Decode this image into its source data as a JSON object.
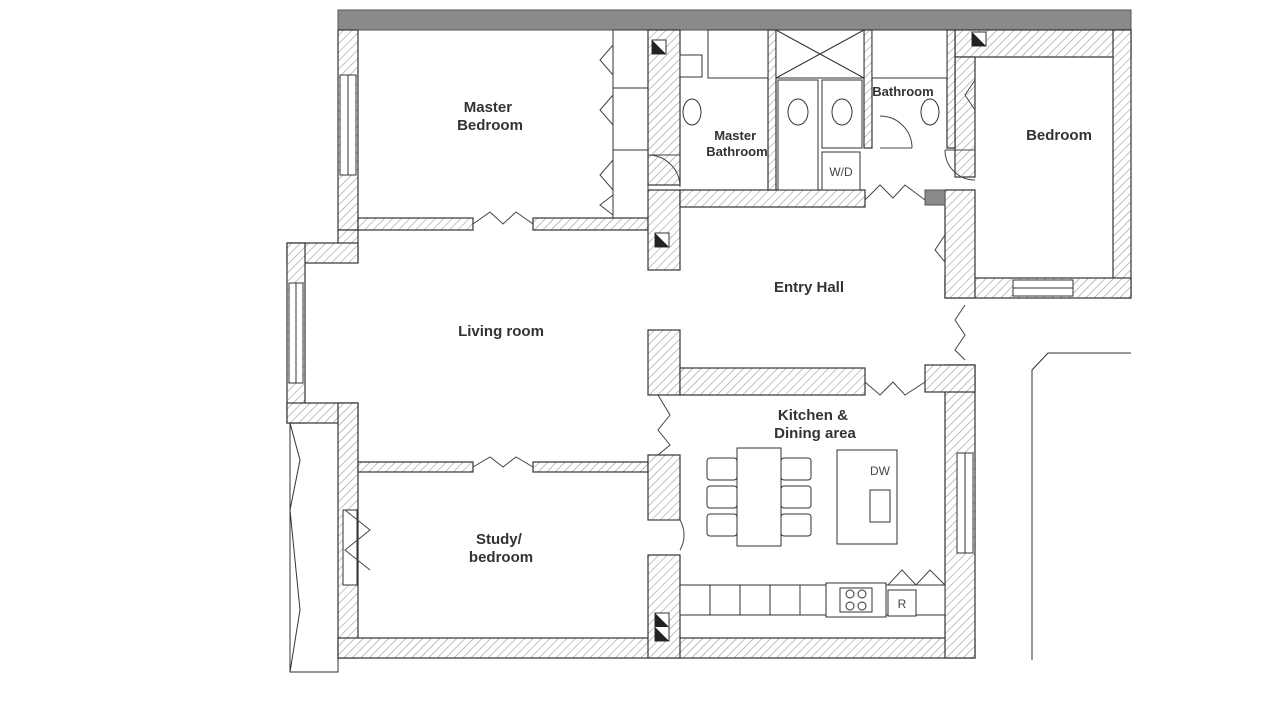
{
  "rooms": {
    "master_bedroom": [
      "Master",
      "Bedroom"
    ],
    "master_bathroom": [
      "Master",
      "Bathroom"
    ],
    "bathroom": "Bathroom",
    "bedroom": "Bedroom",
    "entry_hall": "Entry Hall",
    "living_room": "Living room",
    "kitchen": [
      "Kitchen &",
      "Dining area"
    ],
    "study": [
      "Study/",
      "bedroom"
    ]
  },
  "fixtures": {
    "washer_dryer": "W/D",
    "dishwasher": "DW",
    "refrigerator": "R"
  },
  "colors": {
    "wall_outline": "#333333",
    "wall_hatch": "#9a9a9a",
    "top_wall": "#8a8a8a",
    "background": "#ffffff"
  }
}
